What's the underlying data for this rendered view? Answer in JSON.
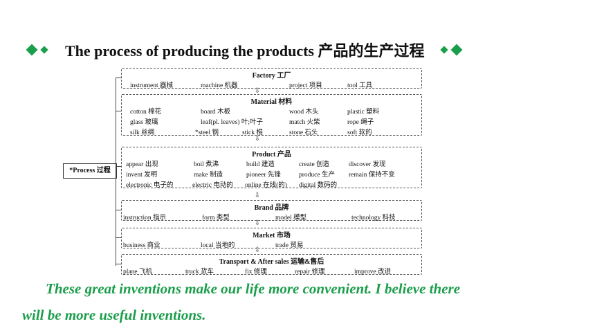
{
  "header": {
    "title": "The process of producing the products 产品的生产过程"
  },
  "process_label": "*Process 过程",
  "sections": {
    "factory": {
      "title": "Factory 工厂",
      "rows": [
        [
          "instrument 器械",
          "machine 机器",
          "project 项目",
          "tool 工具"
        ]
      ]
    },
    "material": {
      "title": "Material 材料",
      "rows": [
        [
          "cotton 棉花",
          "board 木板",
          "wood 木头",
          "plastic 塑料"
        ],
        [
          "glass 玻璃",
          "leaf(pl. leaves) 叶;叶子",
          "match 火柴",
          "rope 绳子"
        ],
        [
          "silk 丝绸",
          "*steel 钢",
          "stick 棍",
          "stone 石头",
          "soft 软的"
        ]
      ]
    },
    "product": {
      "title": "Product 产品",
      "rows": [
        [
          "appear 出现",
          "boil 煮沸",
          "build 建造",
          "create 创造",
          "discover 发现"
        ],
        [
          "invent 发明",
          "make 制造",
          "pioneer 先锋",
          "produce 生产",
          "remain 保持不变"
        ],
        [
          "electronic 电子的",
          "electric 电动的",
          "online 在线(的)",
          "digital 数码的"
        ]
      ]
    },
    "brand": {
      "title": "Brand 品牌",
      "rows": [
        [
          "instruction 指示",
          "form 类型",
          "model 模型",
          "technology 科技"
        ]
      ]
    },
    "market": {
      "title": "Market 市场",
      "rows": [
        [
          "business 商业",
          "local 当地的",
          "trade 贸易"
        ]
      ]
    },
    "transport": {
      "title": "Transport & After sales 运输&售后",
      "rows": [
        [
          "plane 飞机",
          "truck 货车",
          "fix 修理",
          "repair 修理",
          "improve 改进"
        ]
      ]
    }
  },
  "footer": {
    "line1": "These great inventions make our life more convenient. I believe there",
    "line2": "will be more useful inventions."
  },
  "colors": {
    "accent": "#1b9e4b"
  },
  "icons": [
    "diamond-icon",
    "down-arrow-icon"
  ]
}
